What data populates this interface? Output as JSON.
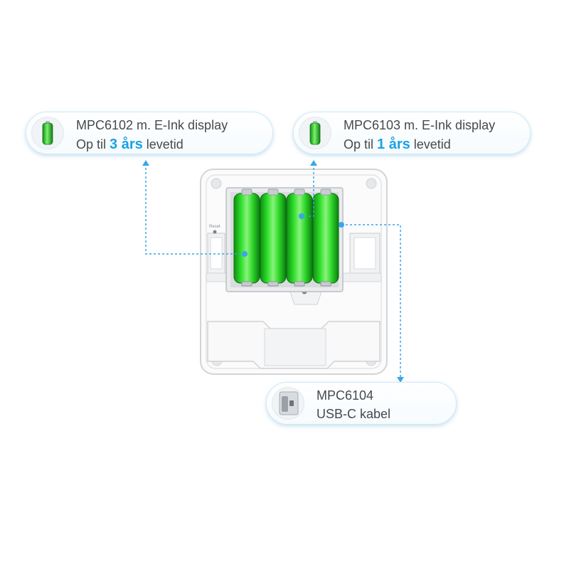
{
  "callouts": [
    {
      "id": "a",
      "line1": "MPC6102 m. E-Ink display",
      "line2_prefix": "Op til ",
      "line2_highlight": "3 års",
      "line2_suffix": " levetid",
      "icon": "battery-icon"
    },
    {
      "id": "b",
      "line1": "MPC6103 m. E-Ink display",
      "line2_prefix": "Op til ",
      "line2_highlight": "1 års",
      "line2_suffix": " levetid",
      "icon": "battery-icon"
    },
    {
      "id": "c",
      "line1": "MPC6104",
      "line2": "USB-C kabel",
      "icon": "usb-c-connector-icon"
    }
  ],
  "device": {
    "reset_label": "Reset"
  },
  "colors": {
    "accent": "#1aa1e5",
    "battery_green": "#22d323",
    "connector_line": "#3aa6e8"
  }
}
